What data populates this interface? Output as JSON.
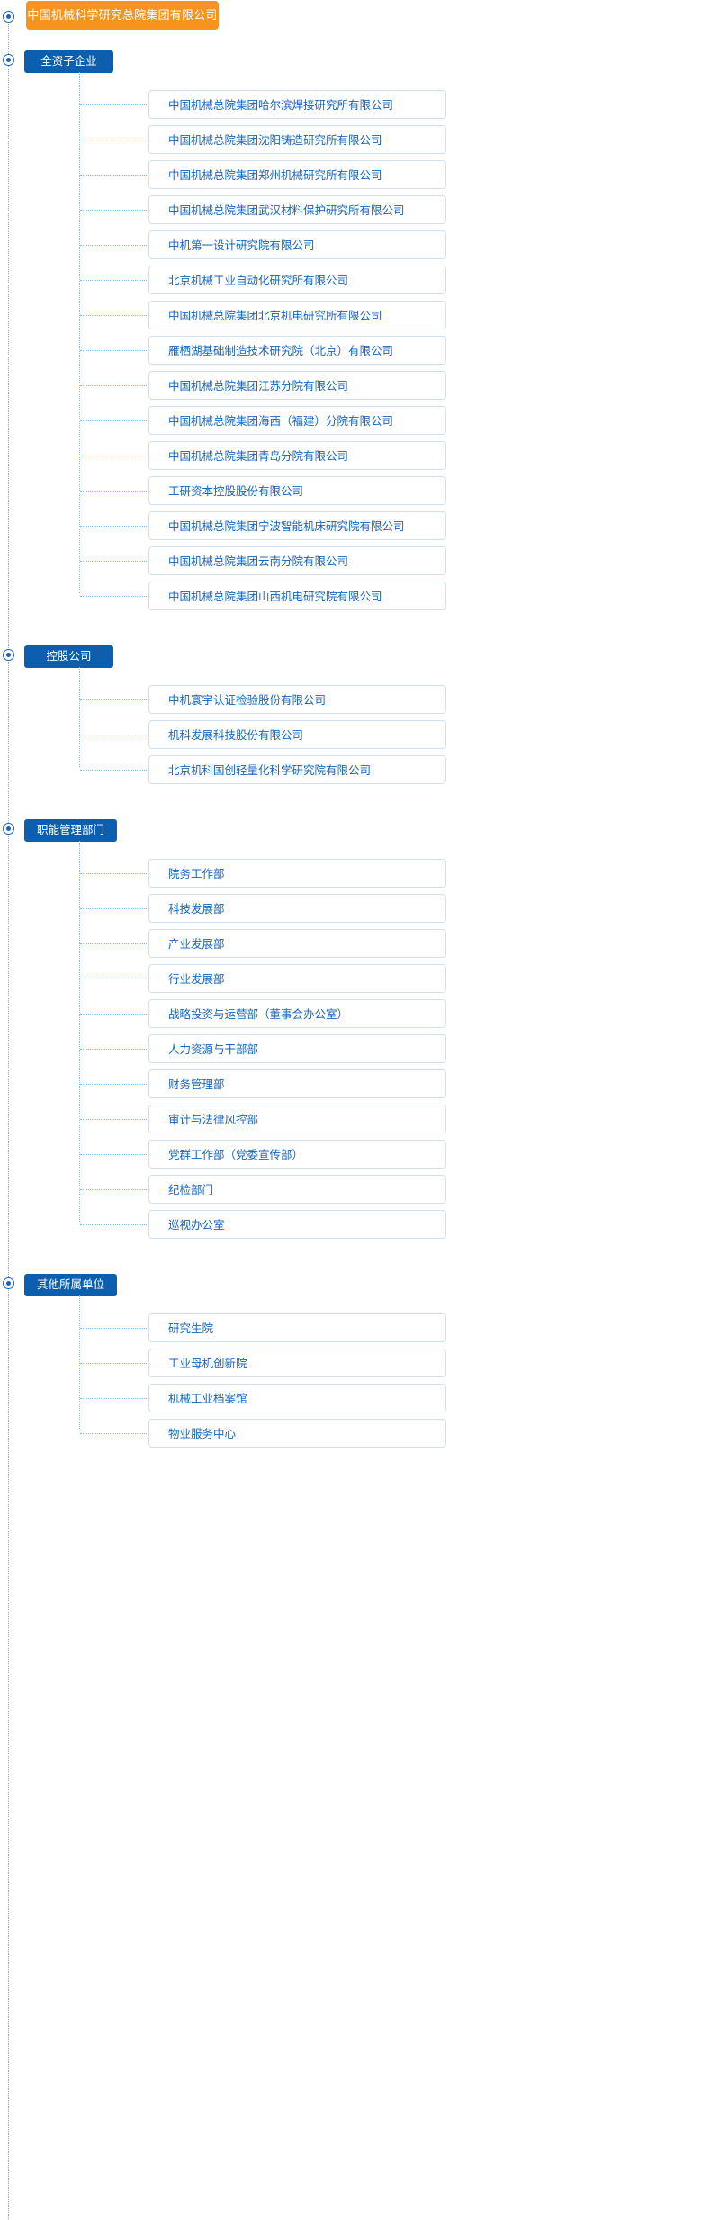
{
  "colors": {
    "root_background": "#f7941d",
    "root_text": "#ffffff",
    "group_background": "#0b5fae",
    "group_text": "#ffffff",
    "item_border": "#cfe0f1",
    "item_text": "#1565c0",
    "connector": "#8fb6de",
    "spine": "#7fa9d8",
    "page_background": "#ffffff"
  },
  "root": {
    "label": "中国机械科学研究总院集团有限公司"
  },
  "groups": [
    {
      "label": "全资子企业",
      "items": [
        {
          "label": "中国机械总院集团哈尔滨焊接研究所有限公司"
        },
        {
          "label": "中国机械总院集团沈阳铸造研究所有限公司"
        },
        {
          "label": "中国机械总院集团郑州机械研究所有限公司"
        },
        {
          "label": "中国机械总院集团武汉材料保护研究所有限公司"
        },
        {
          "label": "中机第一设计研究院有限公司"
        },
        {
          "label": "北京机械工业自动化研究所有限公司"
        },
        {
          "label": "中国机械总院集团北京机电研究所有限公司"
        },
        {
          "label": "雁栖湖基础制造技术研究院（北京）有限公司"
        },
        {
          "label": "中国机械总院集团江苏分院有限公司"
        },
        {
          "label": "中国机械总院集团海西（福建）分院有限公司"
        },
        {
          "label": "中国机械总院集团青岛分院有限公司"
        },
        {
          "label": "工研资本控股股份有限公司"
        },
        {
          "label": "中国机械总院集团宁波智能机床研究院有限公司"
        },
        {
          "label": "中国机械总院集团云南分院有限公司"
        },
        {
          "label": "中国机械总院集团山西机电研究院有限公司"
        }
      ]
    },
    {
      "label": "控股公司",
      "items": [
        {
          "label": "中机寰宇认证检验股份有限公司"
        },
        {
          "label": "机科发展科技股份有限公司"
        },
        {
          "label": "北京机科国创轻量化科学研究院有限公司"
        }
      ]
    },
    {
      "label": "职能管理部门",
      "items": [
        {
          "label": "院务工作部"
        },
        {
          "label": "科技发展部"
        },
        {
          "label": "产业发展部"
        },
        {
          "label": "行业发展部"
        },
        {
          "label": "战略投资与运营部（董事会办公室）"
        },
        {
          "label": "人力资源与干部部"
        },
        {
          "label": "财务管理部"
        },
        {
          "label": "审计与法律风控部"
        },
        {
          "label": "党群工作部（党委宣传部）"
        },
        {
          "label": "纪检部门"
        },
        {
          "label": "巡视办公室"
        }
      ]
    },
    {
      "label": "其他所属单位",
      "items": [
        {
          "label": "研究生院"
        },
        {
          "label": "工业母机创新院"
        },
        {
          "label": "机械工业档案馆"
        },
        {
          "label": "物业服务中心"
        }
      ]
    }
  ]
}
